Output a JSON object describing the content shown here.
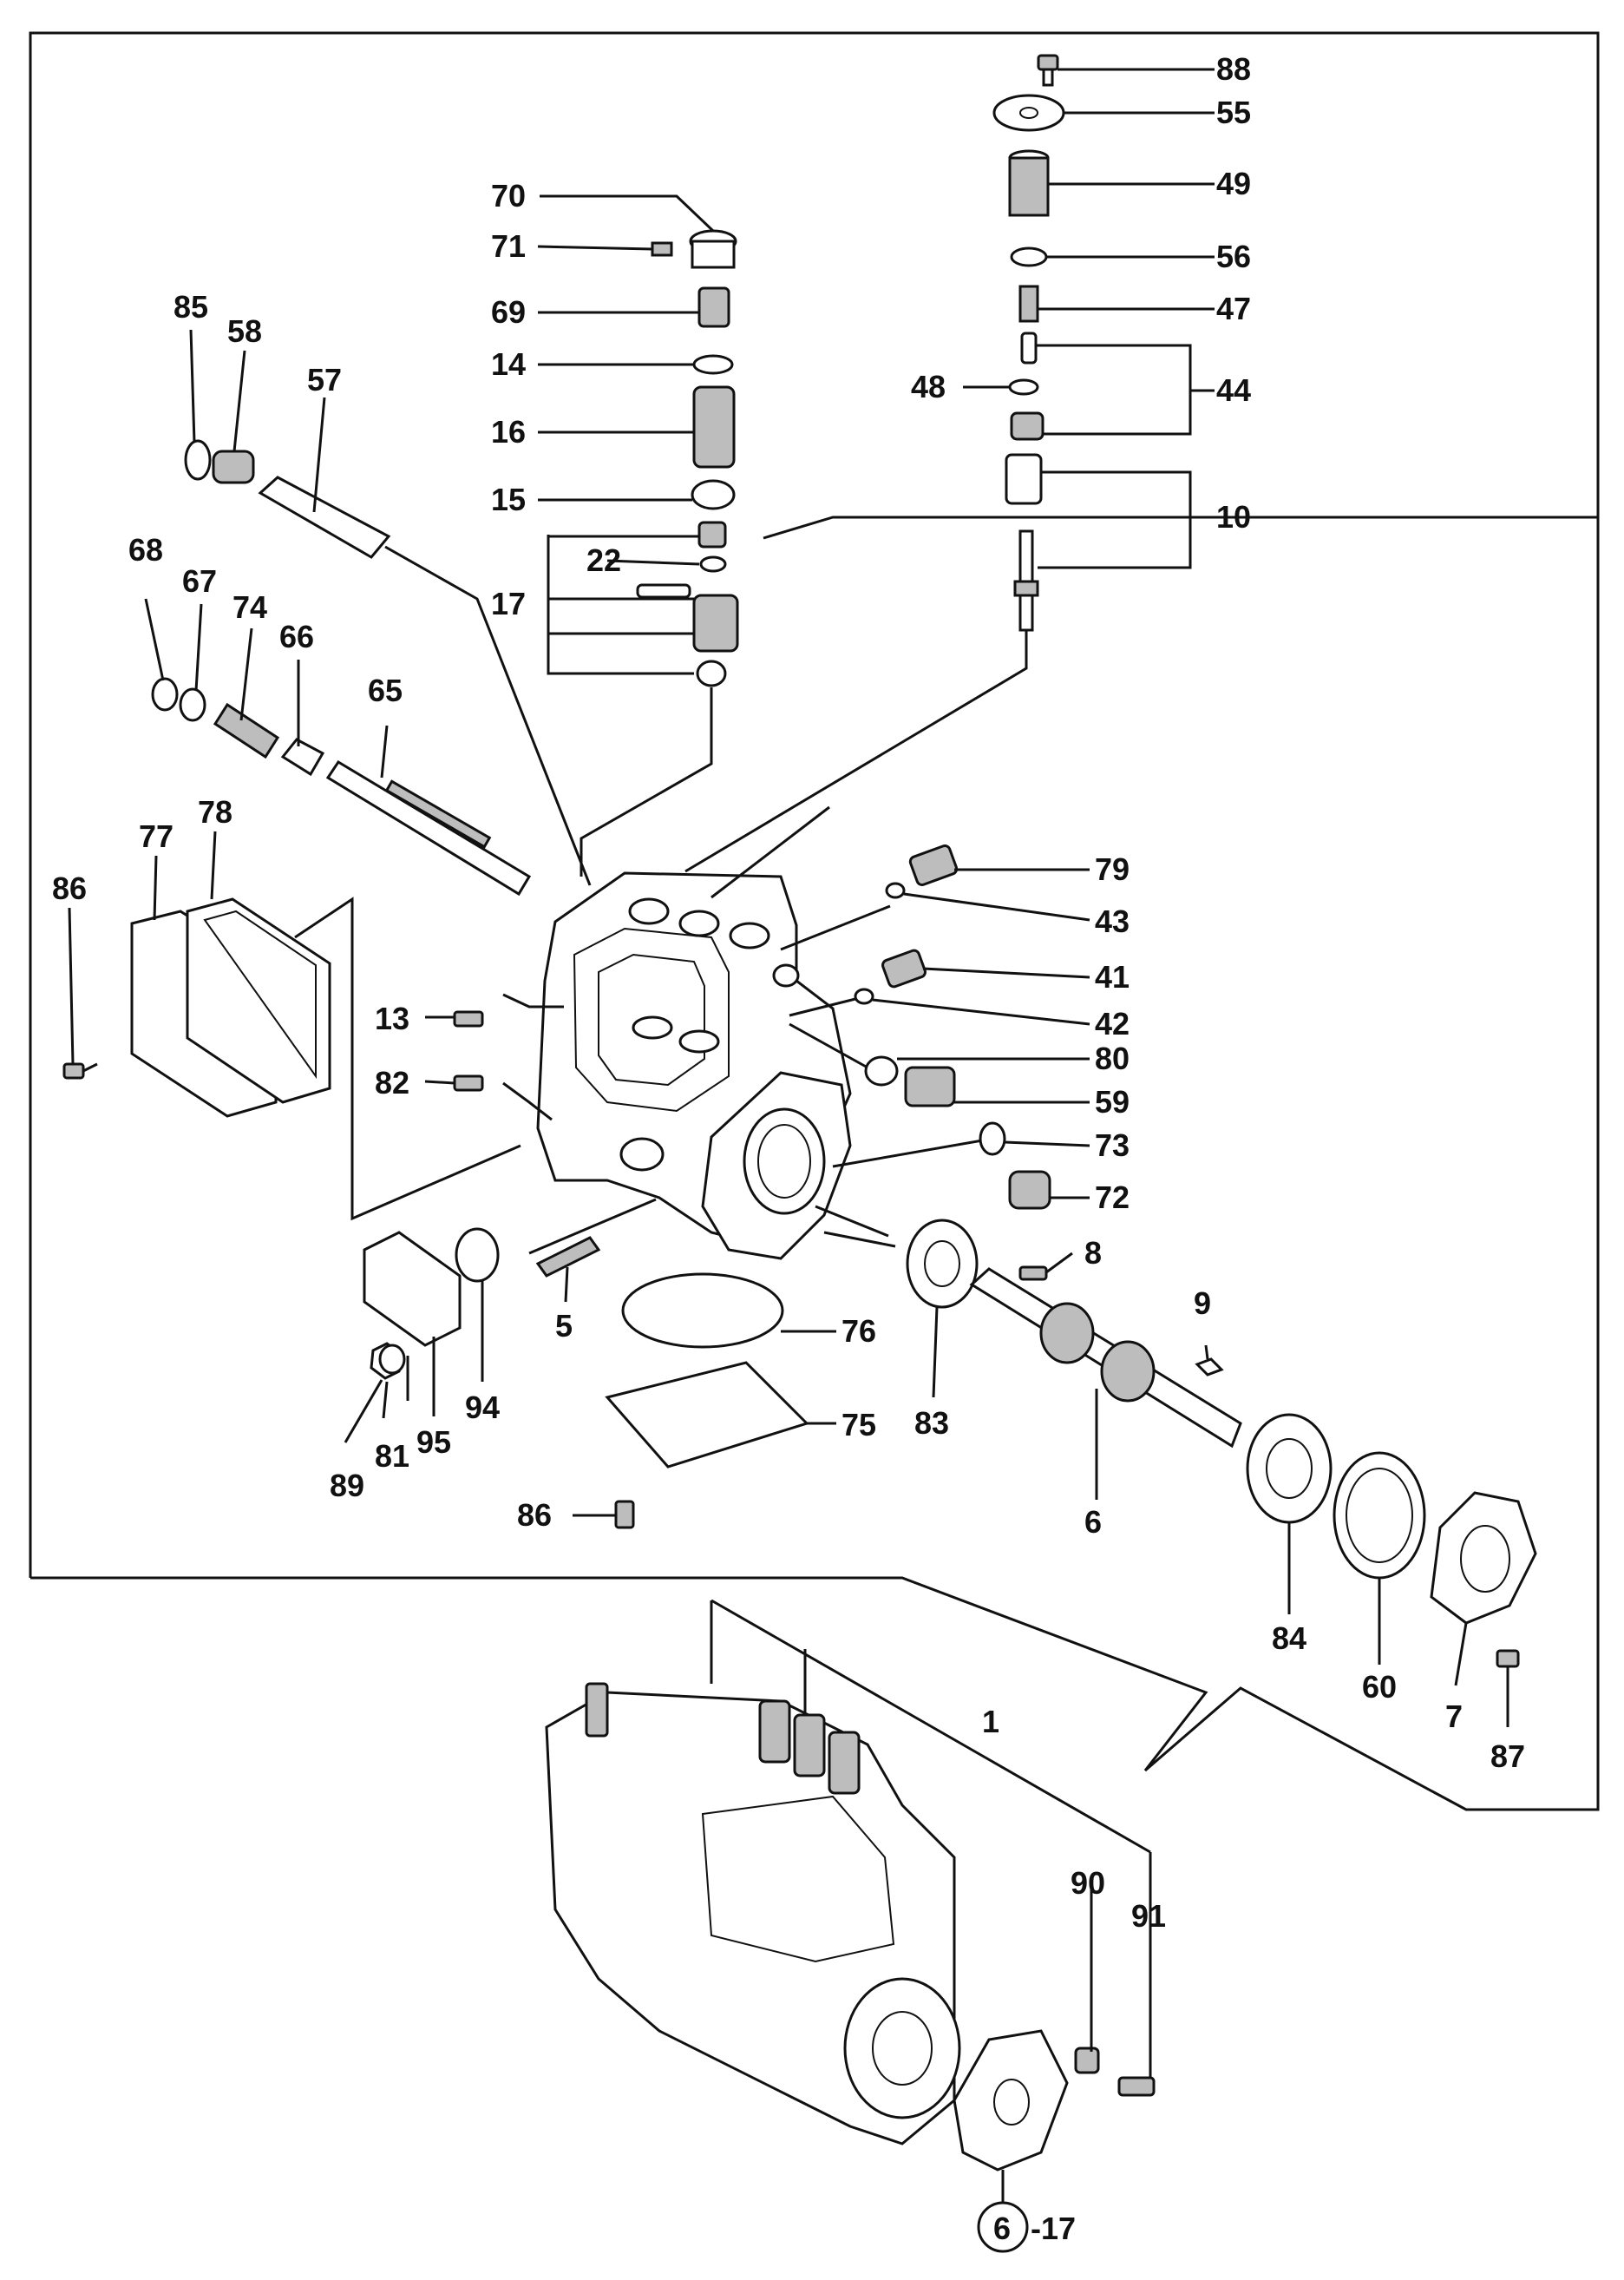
{
  "diagram": {
    "labels": [
      "88",
      "55",
      "49",
      "56",
      "47",
      "48",
      "44",
      "10",
      "70",
      "71",
      "69",
      "14",
      "16",
      "15",
      "22",
      "17",
      "85",
      "58",
      "57",
      "68",
      "67",
      "74",
      "66",
      "65",
      "79",
      "43",
      "41",
      "42",
      "80",
      "59",
      "73",
      "72",
      "8",
      "9",
      "6",
      "84",
      "60",
      "7",
      "87",
      "86",
      "77",
      "78",
      "13",
      "82",
      "5",
      "94",
      "95",
      "81",
      "89",
      "76",
      "75",
      "83",
      "86",
      "1",
      "90",
      "91",
      "6"
    ],
    "ref_suffix": "-17"
  }
}
